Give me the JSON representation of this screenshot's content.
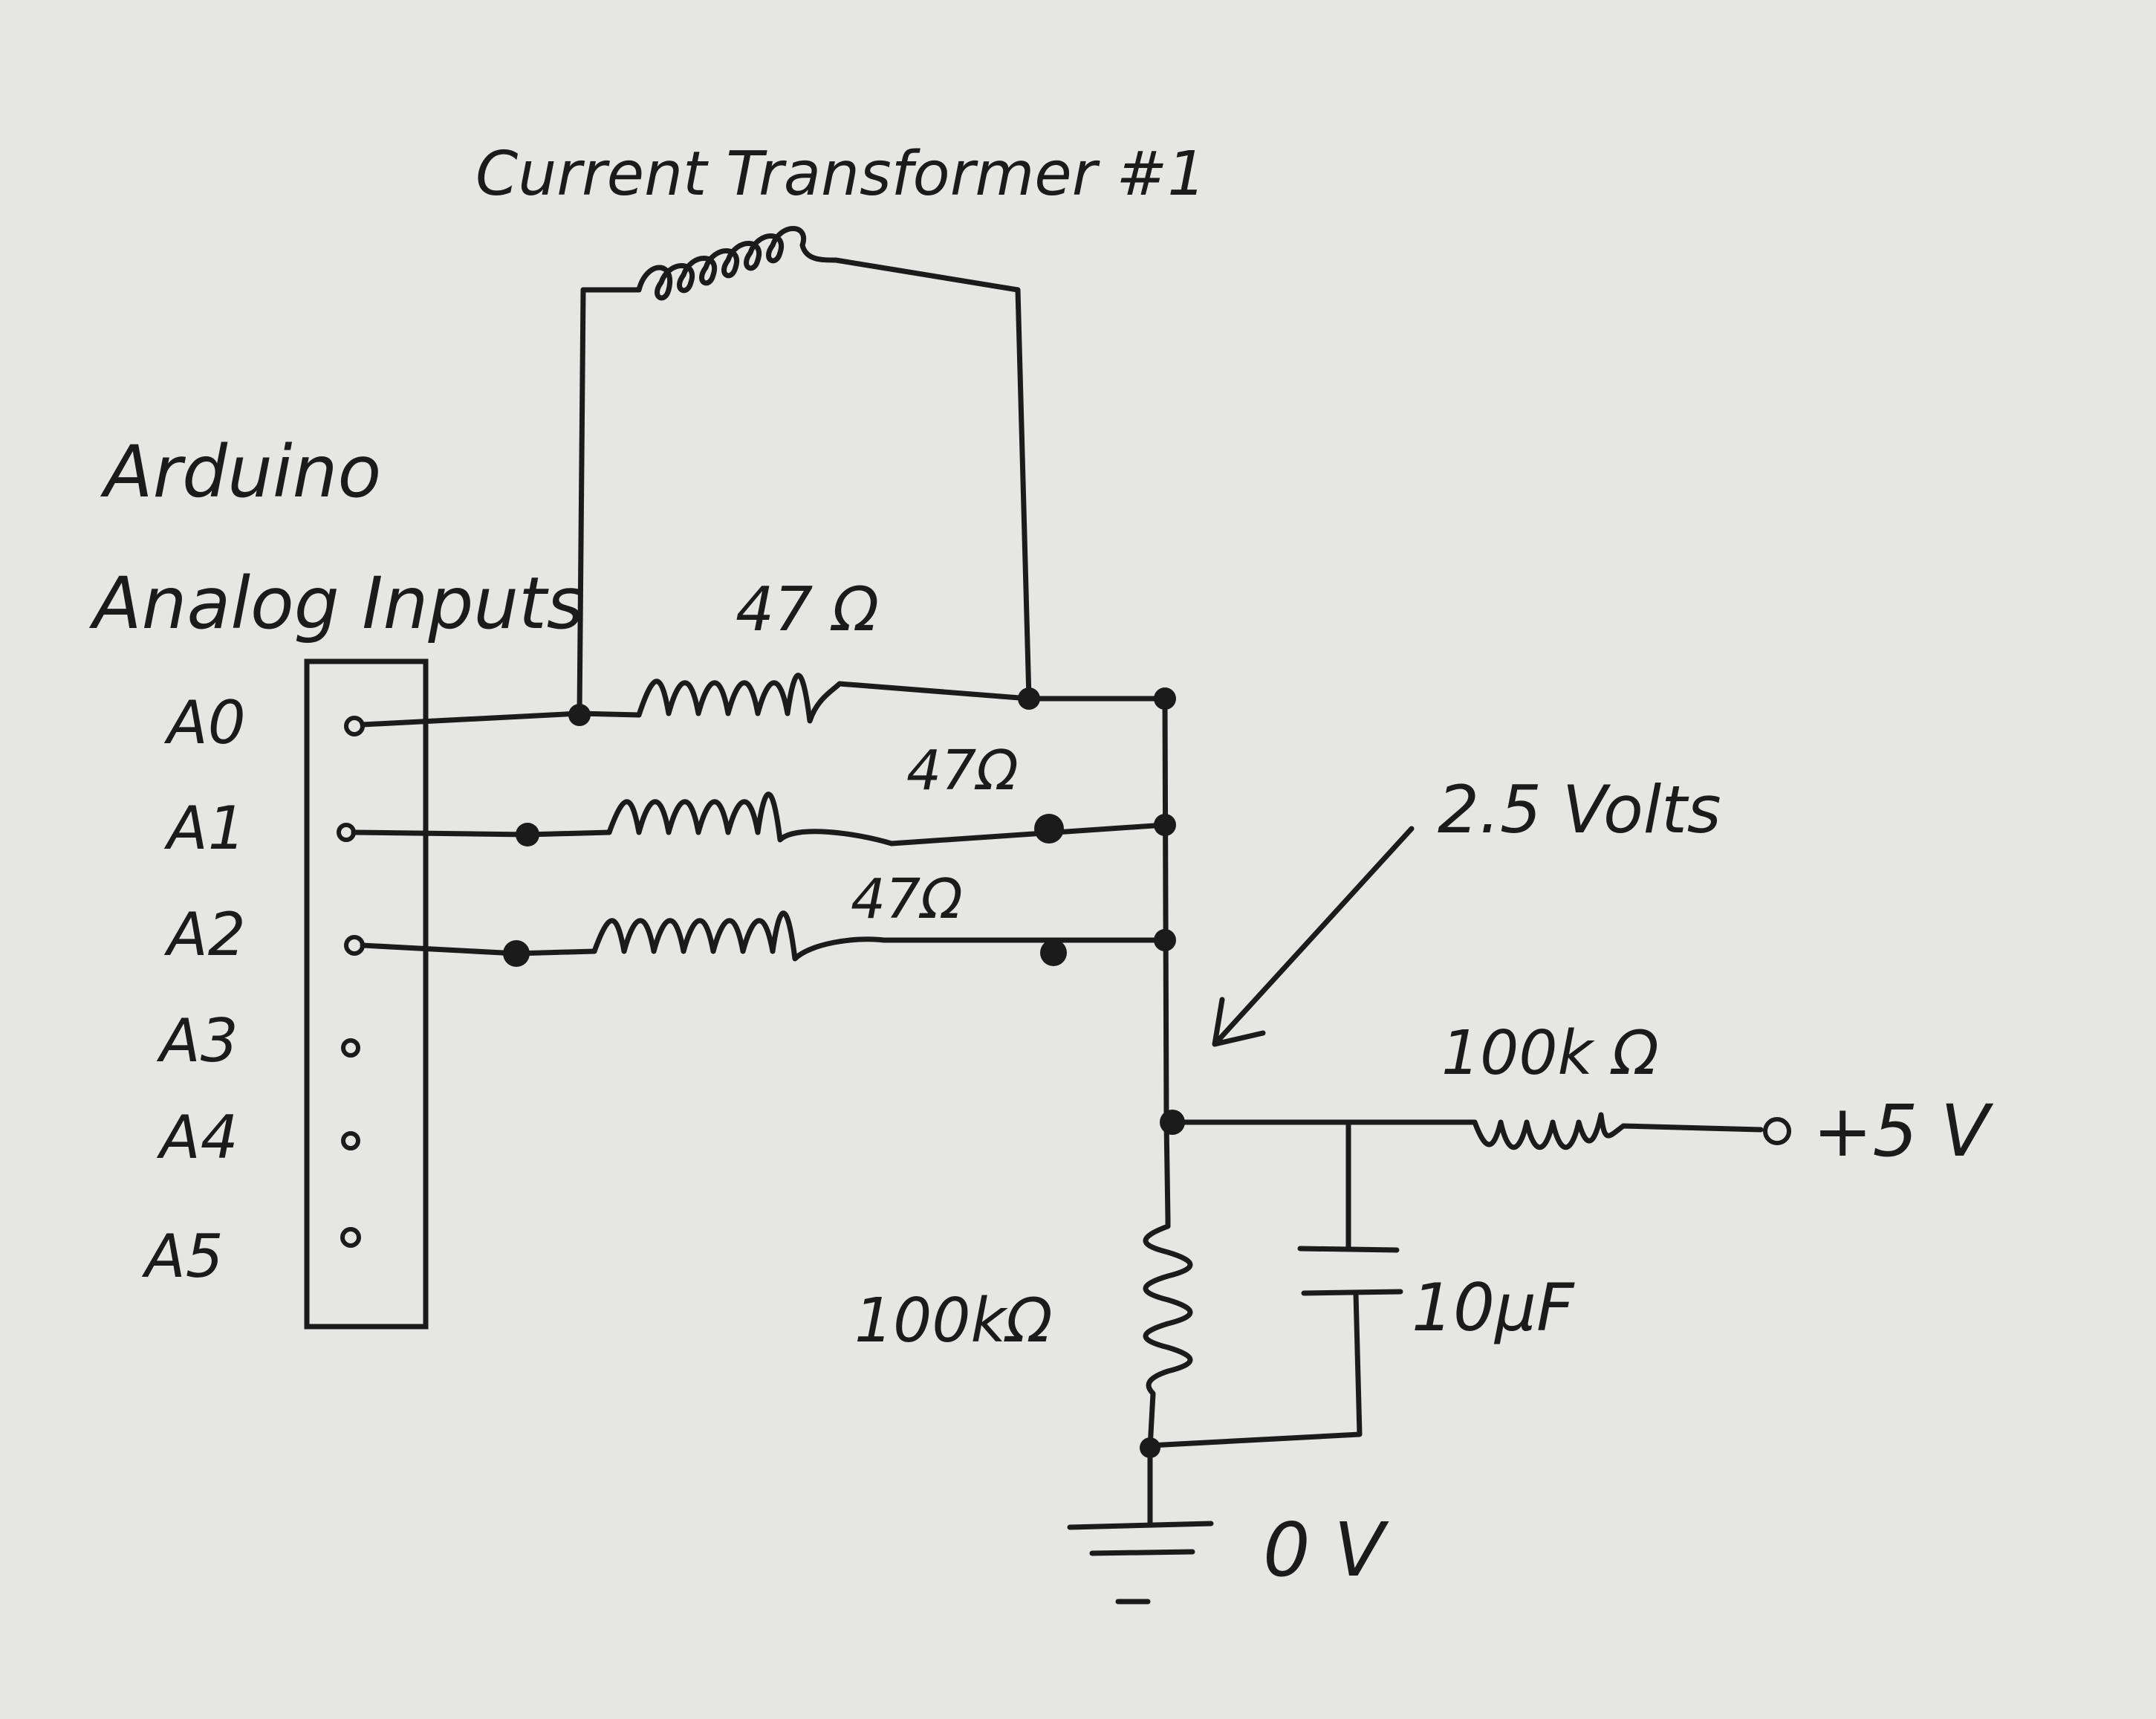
{
  "title": "Current Transformer #1",
  "arduino_label_line1": "Arduino",
  "arduino_label_line2": "Analog Inputs",
  "pins": [
    "A0",
    "A1",
    "A2",
    "A3",
    "A4",
    "A5"
  ],
  "resistor_labels": {
    "r_a0": "47 Ω",
    "r_a1": "47Ω",
    "r_a2": "47Ω",
    "r_top": "100k Ω",
    "r_bottom": "100kΩ"
  },
  "capacitor_label": "10μF",
  "annotation_mid": "2.5 Volts",
  "supply_label": "+5 V",
  "ground_label": "0 V",
  "colors": {
    "paper": "#e6e6e4",
    "ink": "#1b1b1b"
  }
}
